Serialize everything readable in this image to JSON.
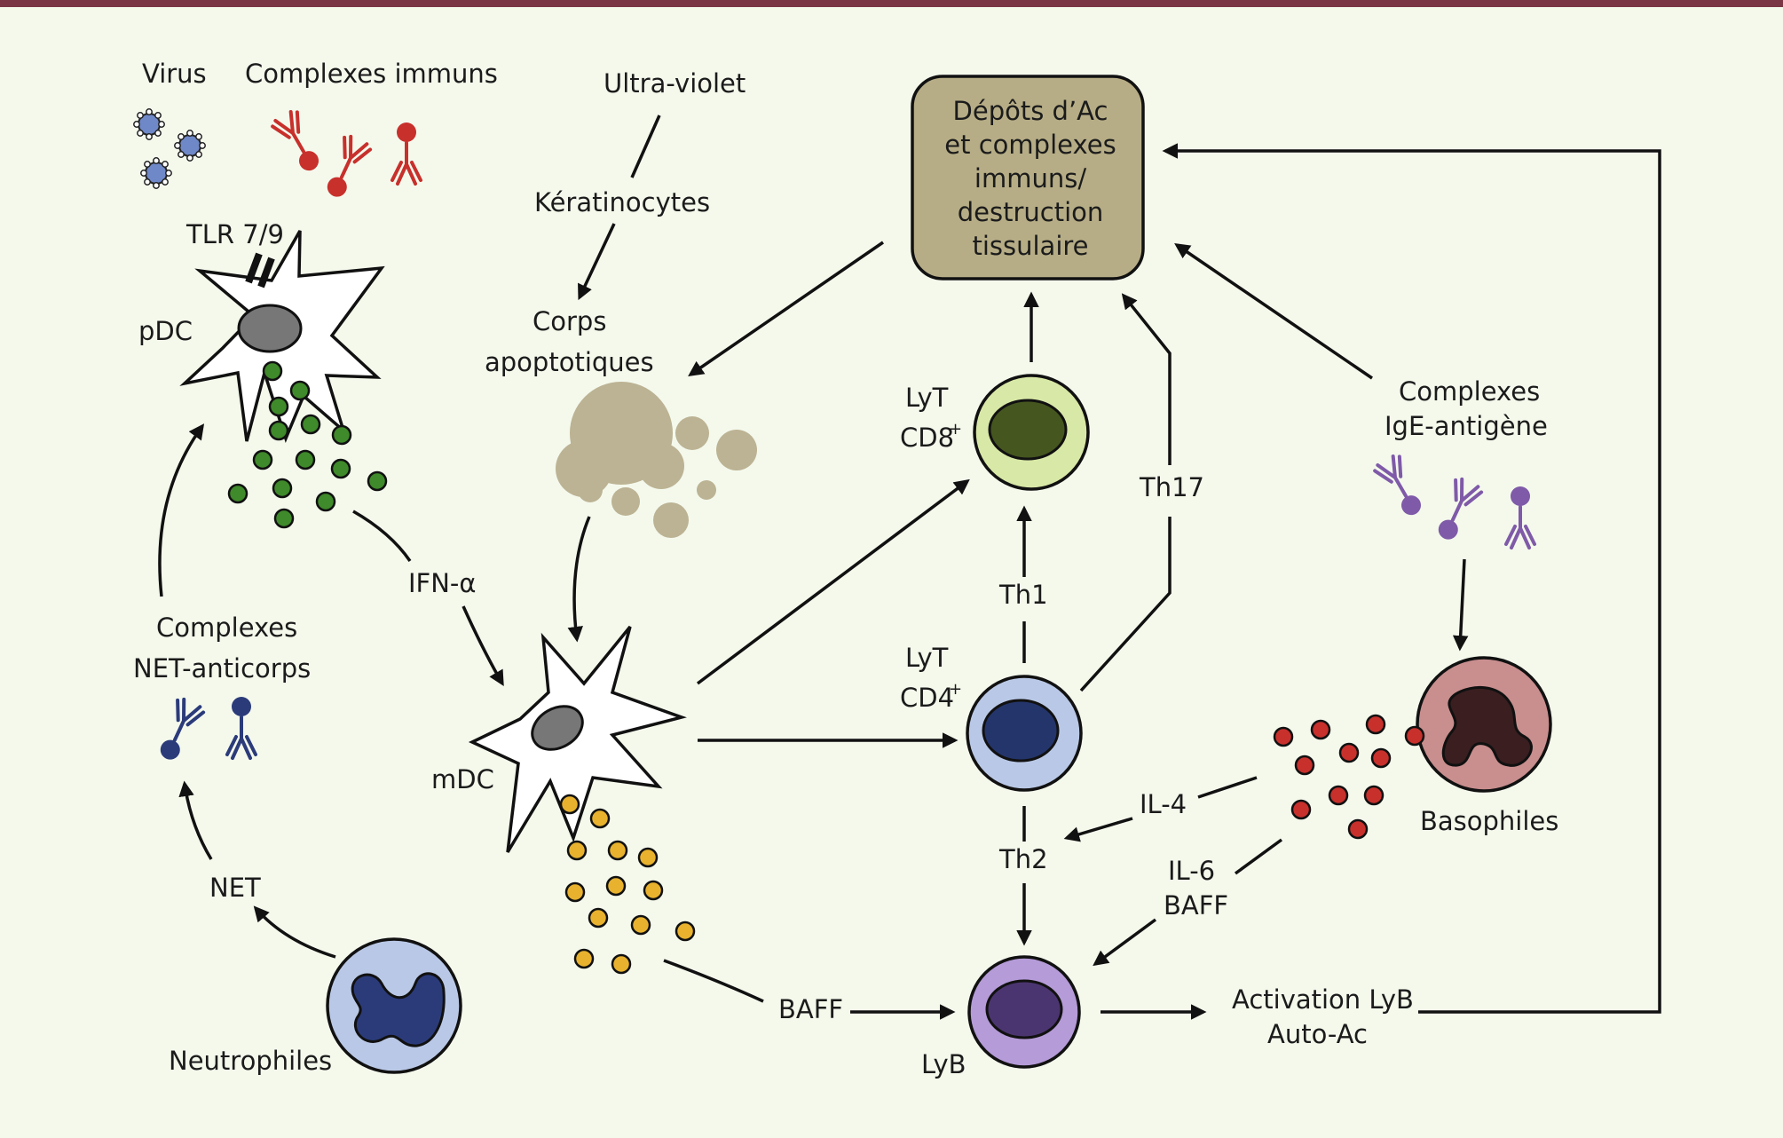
{
  "colors": {
    "background": "#f4f9ec",
    "top_border": "#7b3645",
    "virus": "#6f88c8",
    "immune_complex": "#c8302c",
    "pdc_dots": "#3f8a2a",
    "mdc_dots": "#e8b22e",
    "apoptotic_bodies": "#bcb394",
    "deposit_box": "#b6ad86",
    "cd8_ring": "#d8e8a6",
    "cd8_nucleus": "#45561f",
    "cd4_ring": "#b9c8e6",
    "cd4_nucleus": "#24356b",
    "lyb_ring": "#b59bd8",
    "lyb_nucleus": "#4b3570",
    "basophil_body": "#c98e8e",
    "basophil_granules": "#c8302c",
    "neutrophil_body": "#b9c8e6",
    "neutrophil_nucleus": "#2b3b7a",
    "net_antibody": "#2b3b7a",
    "ige_antibody": "#7f5aa8"
  },
  "labels": {
    "virus": "Virus",
    "immune_complexes": "Complexes immuns",
    "ultraviolet": "Ultra-violet",
    "keratinocytes": "Kératinocytes",
    "apoptotic_line1": "Corps",
    "apoptotic_line2": "apoptotiques",
    "deposits": [
      "Dépôts d’Ac",
      "et complexes",
      "immuns/",
      "destruction",
      "tissulaire"
    ],
    "tlr": "TLR 7/9",
    "pdc": "pDC",
    "ifn": "IFN-α",
    "net_complex_line1": "Complexes",
    "net_complex_line2": "NET-anticorps",
    "net": "NET",
    "neutrophils": "Neutrophiles",
    "mdc": "mDC",
    "baff_mdc": "BAFF",
    "lyt": "LyT",
    "cd8": "CD8",
    "cd4": "CD4",
    "plus": "+",
    "th1": "Th1",
    "th17": "Th17",
    "th2": "Th2",
    "lyb": "LyB",
    "activation_line1": "Activation LyB",
    "activation_line2": "Auto-Ac",
    "ige_line1": "Complexes",
    "ige_line2": "IgE-antigène",
    "basophils": "Basophiles",
    "il4": "IL-4",
    "il6": "IL-6",
    "baff_baso": "BAFF"
  }
}
